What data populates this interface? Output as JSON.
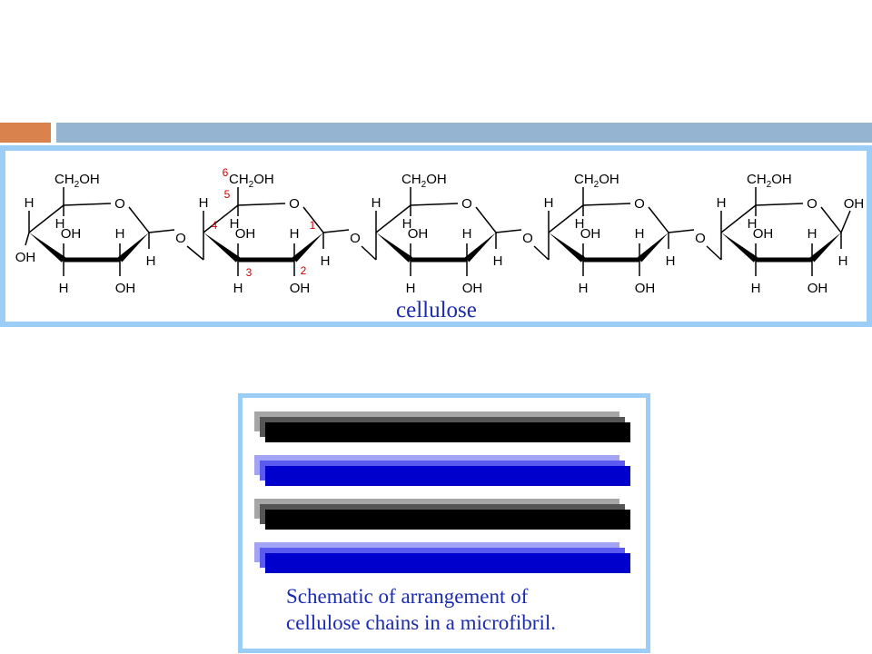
{
  "slide": {
    "accent_color": "#d9824d",
    "title_bar_color": "#94b4d2",
    "frame_color": "#9ccdf7"
  },
  "structure": {
    "caption": "cellulose",
    "ring_labels": {
      "h": "H",
      "o": "O",
      "oh": "OH",
      "ch2oh_prefix": "CH",
      "ch2oh_sub": "2",
      "ch2oh_suffix": "OH"
    },
    "carbon_numbers": [
      "1",
      "2",
      "3",
      "4",
      "5",
      "6"
    ],
    "number_color": "#cc0000"
  },
  "schematic": {
    "caption_lines": [
      "Schematic of arrangement of",
      "cellulose chains in a microfibril."
    ],
    "chain_groups": [
      {
        "color": "black",
        "shades": [
          "#a6a6a6",
          "#555555",
          "#000000"
        ]
      },
      {
        "color": "blue",
        "shades": [
          "#a3a3f5",
          "#5a5af0",
          "#0000cc"
        ]
      },
      {
        "color": "black",
        "shades": [
          "#a6a6a6",
          "#555555",
          "#000000"
        ]
      },
      {
        "color": "blue",
        "shades": [
          "#a3a3f5",
          "#5a5af0",
          "#0000cc"
        ]
      }
    ]
  }
}
